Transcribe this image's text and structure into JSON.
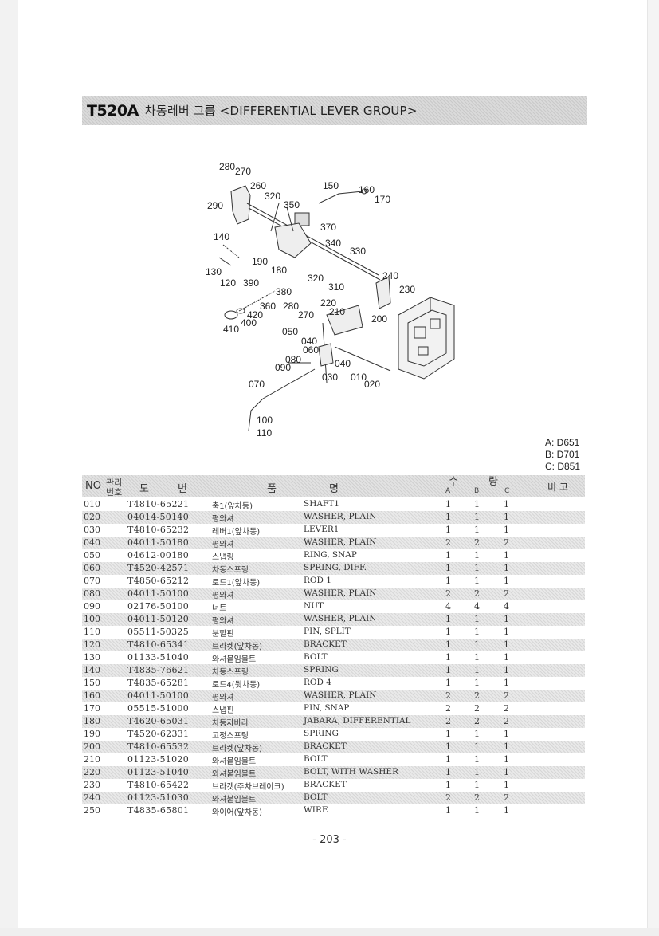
{
  "header": {
    "model": "T520A",
    "title": "차동레버 그룹 <DIFFERENTIAL LEVER GROUP>"
  },
  "diagram": {
    "callouts": [
      "280",
      "270",
      "260",
      "320",
      "350",
      "150",
      "160",
      "170",
      "290",
      "370",
      "140",
      "340",
      "330",
      "190",
      "180",
      "320",
      "310",
      "240",
      "230",
      "130",
      "120",
      "390",
      "380",
      "360",
      "280",
      "220",
      "210",
      "420",
      "270",
      "200",
      "400",
      "410",
      "050",
      "040",
      "060",
      "080",
      "040",
      "090",
      "030",
      "010",
      "020",
      "070",
      "100",
      "110"
    ]
  },
  "model_key": [
    "A: D651",
    "B: D701",
    "C: D851"
  ],
  "table": {
    "headers": {
      "no": "NO",
      "mgmt_top": "관리",
      "mgmt_bottom": "번호",
      "part_number_1": "도",
      "part_number_2": "번",
      "name_1": "품",
      "name_2": "명",
      "qty_1": "수",
      "qty_2": "량",
      "col_a": "A",
      "col_b": "B",
      "col_c": "C",
      "remarks": "비 고"
    },
    "rows": [
      {
        "no": "010",
        "part": "T4810-65221",
        "kr": "축1(앞차동)",
        "en": "SHAFT1",
        "a": "1",
        "b": "1",
        "c": "1"
      },
      {
        "no": "020",
        "part": "04014-50140",
        "kr": "평와셔",
        "en": "WASHER, PLAIN",
        "a": "1",
        "b": "1",
        "c": "1"
      },
      {
        "no": "030",
        "part": "T4810-65232",
        "kr": "레버1(앞차동)",
        "en": "LEVER1",
        "a": "1",
        "b": "1",
        "c": "1"
      },
      {
        "no": "040",
        "part": "04011-50180",
        "kr": "평와셔",
        "en": "WASHER, PLAIN",
        "a": "2",
        "b": "2",
        "c": "2"
      },
      {
        "no": "050",
        "part": "04612-00180",
        "kr": "스냅링",
        "en": "RING, SNAP",
        "a": "1",
        "b": "1",
        "c": "1"
      },
      {
        "no": "060",
        "part": "T4520-42571",
        "kr": "차동스프링",
        "en": "SPRING, DIFF.",
        "a": "1",
        "b": "1",
        "c": "1"
      },
      {
        "no": "070",
        "part": "T4850-65212",
        "kr": "로드1(앞차동)",
        "en": "ROD 1",
        "a": "1",
        "b": "1",
        "c": "1"
      },
      {
        "no": "080",
        "part": "04011-50100",
        "kr": "평와셔",
        "en": "WASHER, PLAIN",
        "a": "2",
        "b": "2",
        "c": "2"
      },
      {
        "no": "090",
        "part": "02176-50100",
        "kr": "너트",
        "en": "NUT",
        "a": "4",
        "b": "4",
        "c": "4"
      },
      {
        "no": "100",
        "part": "04011-50120",
        "kr": "평와셔",
        "en": "WASHER, PLAIN",
        "a": "1",
        "b": "1",
        "c": "1"
      },
      {
        "no": "110",
        "part": "05511-50325",
        "kr": "분할핀",
        "en": "PIN, SPLIT",
        "a": "1",
        "b": "1",
        "c": "1"
      },
      {
        "no": "120",
        "part": "T4810-65341",
        "kr": "브라켓(앞차동)",
        "en": "BRACKET",
        "a": "1",
        "b": "1",
        "c": "1"
      },
      {
        "no": "130",
        "part": "01133-51040",
        "kr": "와셔붙임볼트",
        "en": "BOLT",
        "a": "1",
        "b": "1",
        "c": "1"
      },
      {
        "no": "140",
        "part": "T4835-76621",
        "kr": "차동스프링",
        "en": "SPRING",
        "a": "1",
        "b": "1",
        "c": "1"
      },
      {
        "no": "150",
        "part": "T4835-65281",
        "kr": "로드4(뒷차동)",
        "en": "ROD 4",
        "a": "1",
        "b": "1",
        "c": "1"
      },
      {
        "no": "160",
        "part": "04011-50100",
        "kr": "평와셔",
        "en": "WASHER, PLAIN",
        "a": "2",
        "b": "2",
        "c": "2"
      },
      {
        "no": "170",
        "part": "05515-51000",
        "kr": "스냅핀",
        "en": "PIN, SNAP",
        "a": "2",
        "b": "2",
        "c": "2"
      },
      {
        "no": "180",
        "part": "T4620-65031",
        "kr": "차동자바라",
        "en": "JABARA, DIFFERENTIAL",
        "a": "2",
        "b": "2",
        "c": "2"
      },
      {
        "no": "190",
        "part": "T4520-62331",
        "kr": "고정스프링",
        "en": "SPRING",
        "a": "1",
        "b": "1",
        "c": "1"
      },
      {
        "no": "200",
        "part": "T4810-65532",
        "kr": "브라켓(앞차동)",
        "en": "BRACKET",
        "a": "1",
        "b": "1",
        "c": "1"
      },
      {
        "no": "210",
        "part": "01123-51020",
        "kr": "와셔붙임볼트",
        "en": "BOLT",
        "a": "1",
        "b": "1",
        "c": "1"
      },
      {
        "no": "220",
        "part": "01123-51040",
        "kr": "와셔붙임볼트",
        "en": "BOLT, WITH WASHER",
        "a": "1",
        "b": "1",
        "c": "1"
      },
      {
        "no": "230",
        "part": "T4810-65422",
        "kr": "브라켓(주차브레이크)",
        "en": "BRACKET",
        "a": "1",
        "b": "1",
        "c": "1"
      },
      {
        "no": "240",
        "part": "01123-51030",
        "kr": "와셔붙임볼트",
        "en": "BOLT",
        "a": "2",
        "b": "2",
        "c": "2"
      },
      {
        "no": "250",
        "part": "T4835-65801",
        "kr": "와이어(앞차동)",
        "en": "WIRE",
        "a": "1",
        "b": "1",
        "c": "1"
      }
    ]
  },
  "footer": {
    "page_number": "- 203 -"
  }
}
